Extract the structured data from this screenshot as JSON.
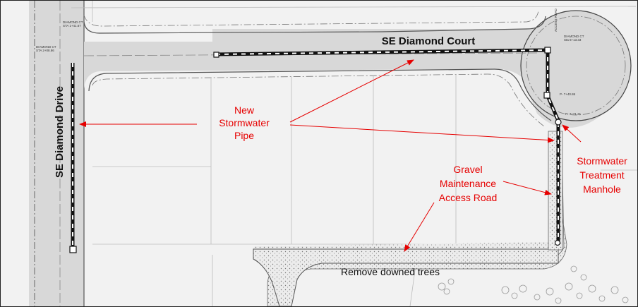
{
  "streets": {
    "court": "SE Diamond Court",
    "drive": "SE Diamond Drive"
  },
  "callouts": {
    "pipe": [
      "New",
      "Stormwater",
      "Pipe"
    ],
    "manhole": [
      "Stormwater",
      "Treatment",
      "Manhole"
    ],
    "access_road": [
      "Gravel",
      "Maintenance",
      "Access Road"
    ],
    "trees": "Remove downed trees"
  },
  "fine_labels": {
    "diamond_ct_left": "DIAMOND CT",
    "sta_left": "STA 2+08.86",
    "diamond_ct_top": "DIAMOND CT",
    "sta_top": "STA 1+41.67",
    "diamond_ct_right": "DIAMOND CT",
    "sta_right": "Sta 6+13.33",
    "access_road_small": "ACCESS ROAD",
    "p1": "P- 7+40.86",
    "p2": "P- 7+71.31"
  },
  "colors": {
    "callout_text": "#e60000",
    "arrow": "#e60000",
    "pipe": "#111111",
    "street_fill": "#d9d9d9",
    "gravel": "#e2e2e2"
  }
}
